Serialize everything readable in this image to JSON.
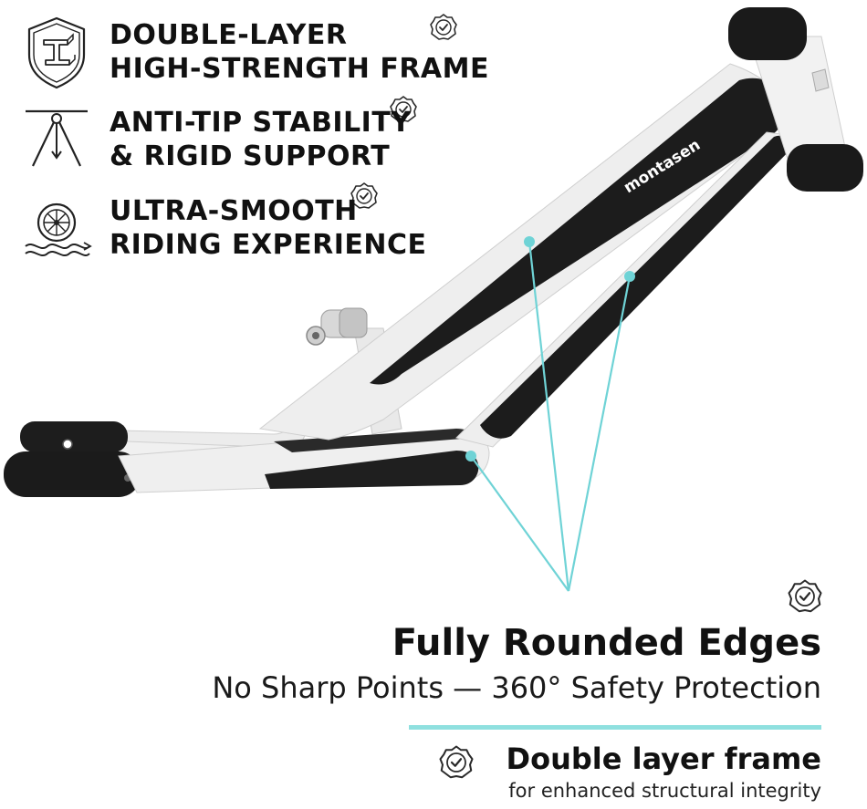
{
  "features": [
    {
      "line1": "DOUBLE-LAYER",
      "line2": "HIGH-STRENGTH FRAME",
      "icon": "shield-beam-icon"
    },
    {
      "line1": "ANTI-TIP STABILITY",
      "line2": "& RIGID SUPPORT",
      "icon": "tripod-icon"
    },
    {
      "line1": "ULTRA-SMOOTH",
      "line2": "RIDING EXPERIENCE",
      "icon": "wheel-waves-icon"
    }
  ],
  "frame_logo": "montasen",
  "headline": "Fully Rounded Edges",
  "subline": "No Sharp Points — 360° Safety Protection",
  "footer": {
    "title": "Double layer frame",
    "subtitle": "for enhanced structural integrity"
  },
  "colors": {
    "accent": "#6fd3d6",
    "divider": "#8fe0df",
    "frame_white": "#eeeeee",
    "frame_black": "#1c1c1c",
    "text": "#111111"
  }
}
